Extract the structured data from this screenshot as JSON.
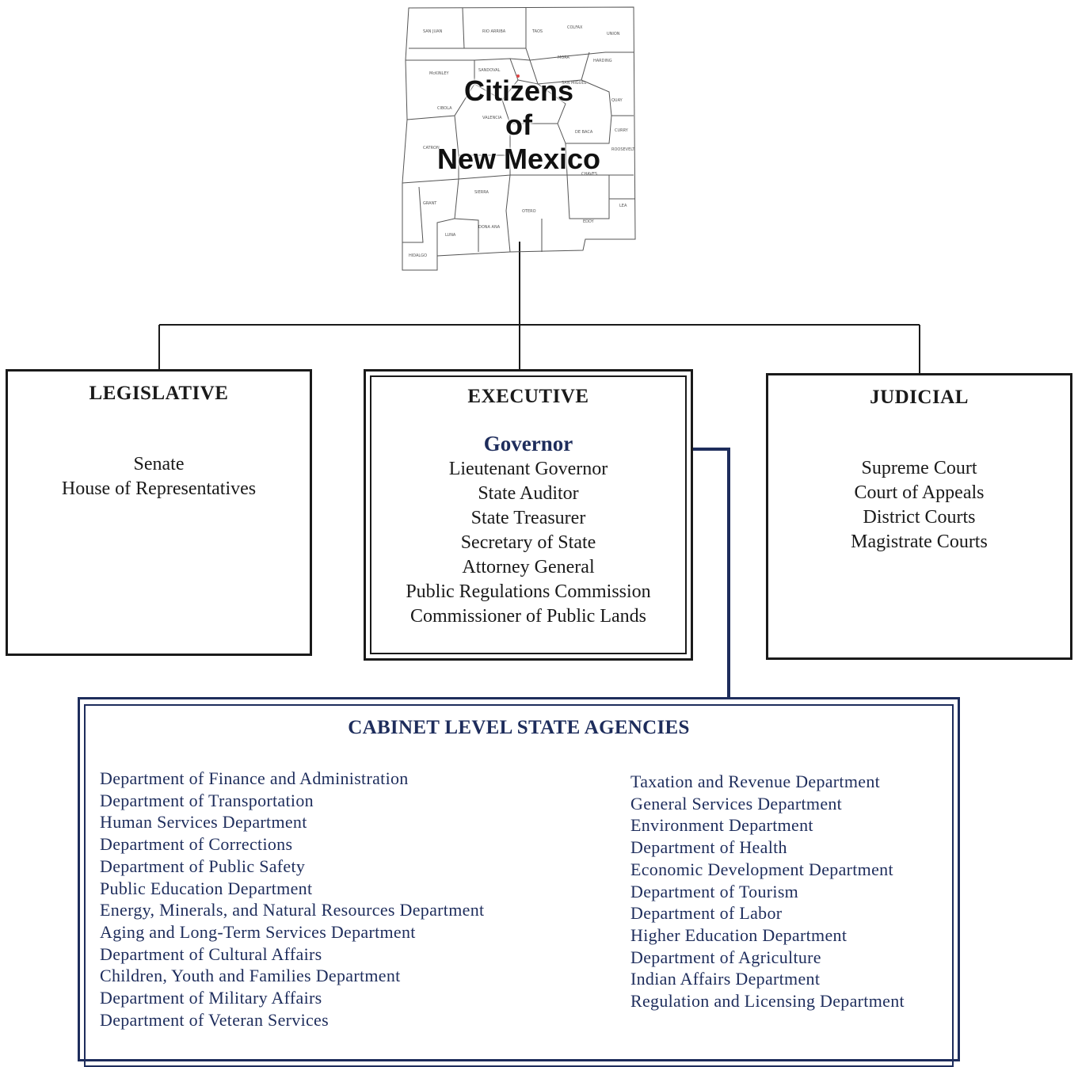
{
  "header": {
    "line1": "Citizens",
    "line2": "of",
    "line3": "New Mexico"
  },
  "legislative": {
    "title": "LEGISLATIVE",
    "items": [
      "Senate",
      "House of Representatives"
    ]
  },
  "executive": {
    "title": "EXECUTIVE",
    "governor": "Governor",
    "items": [
      "Lieutenant Governor",
      "State Auditor",
      "State Treasurer",
      "Secretary of State",
      "Attorney General",
      "Public Regulations Commission",
      "Commissioner of Public Lands"
    ]
  },
  "judicial": {
    "title": "JUDICIAL",
    "items": [
      "Supreme Court",
      "Court of Appeals",
      "District Courts",
      "Magistrate Courts"
    ]
  },
  "cabinet": {
    "title": "CABINET LEVEL STATE AGENCIES",
    "left": [
      "Department of Finance and Administration",
      "Department of Transportation",
      "Human Services Department",
      "Department of Corrections",
      "Department of Public Safety",
      "Public Education Department",
      "Energy, Minerals, and Natural Resources Department",
      "Aging and Long-Term Services Department",
      "Department of Cultural Affairs",
      "Children, Youth and Families Department",
      "Department of Military Affairs",
      "Department of Veteran Services"
    ],
    "right": [
      "Taxation and Revenue Department",
      "General Services Department",
      "Environment Department",
      "Department of Health",
      "Economic Development Department",
      "Department of Tourism",
      "Department of Labor",
      "Higher Education Department",
      "Department of Agriculture",
      "Indian Affairs Department",
      "Regulation and Licensing Department"
    ]
  },
  "colors": {
    "ink": "#1a1a1a",
    "navy": "#1e2d5c"
  }
}
